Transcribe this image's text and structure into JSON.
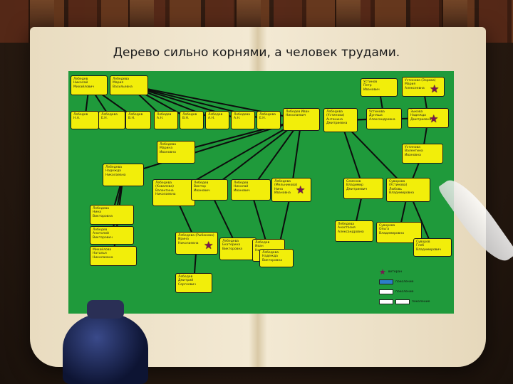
{
  "title": "Дерево сильно корнями, а человек трудами.",
  "tree": {
    "boxes": [
      {
        "id": "b1",
        "text": "Лебедев\nНиколай\nМихайлович"
      },
      {
        "id": "b2",
        "text": "Лебедева\nМария\nВасильевна"
      },
      {
        "id": "b3",
        "text": "Лебедев\nН.А."
      },
      {
        "id": "b4",
        "text": "Лебедева\nЕ.Н."
      },
      {
        "id": "b5",
        "text": "Лебедев\nВ.Н."
      },
      {
        "id": "b6",
        "text": "Лебедев\nА.Н."
      },
      {
        "id": "b7",
        "text": "Лебедев\nВ.Н."
      },
      {
        "id": "b8",
        "text": "Лебедев\nА.Н."
      },
      {
        "id": "b9",
        "text": "Лебедева\nА.Н."
      },
      {
        "id": "b10",
        "text": "Лебедева\nЕ.Н."
      },
      {
        "id": "b11",
        "text": "Лебедев Иван\nНиколаевич"
      },
      {
        "id": "b12",
        "text": "Лебедева\n(Устинова)\nАнтонина\nДмитриевна"
      },
      {
        "id": "b13",
        "text": "Устинов\nПетр\nИванович"
      },
      {
        "id": "b14",
        "text": "Устинова (Зорова)\nМария\nАлексеевна"
      },
      {
        "id": "b15",
        "text": "Устинова\nДуняша\nАлександровна"
      },
      {
        "id": "b16",
        "text": "Зыкова\nНадежда\nДмитриевна"
      },
      {
        "id": "b17",
        "text": "Устинова\nВалентина\nИвановна"
      },
      {
        "id": "b18",
        "text": "Лебедева\nМарина\nИвановна"
      },
      {
        "id": "b19",
        "text": "Лебедева\nНадежда\nНиколаевна"
      },
      {
        "id": "b20",
        "text": "Лебедева\n(Ковалева)\nВалентина\nНиколаевна"
      },
      {
        "id": "b21",
        "text": "Лебедев\nВиктор\nИванович"
      },
      {
        "id": "b22",
        "text": "Лебедев\nНиколай\nИванович"
      },
      {
        "id": "b23",
        "text": "Лебедева\n(Мельникова)\nНина\nИвановна"
      },
      {
        "id": "b24",
        "text": "Семенов\nВладимир\nДмитриевич"
      },
      {
        "id": "b25",
        "text": "Суворова\n(Устинова)\nЛюбовь\nВладимировна"
      },
      {
        "id": "b26",
        "text": "Лебедева\nНина\nВикторовна"
      },
      {
        "id": "b27",
        "text": "Лебедев\nАнатолий\nВикторович"
      },
      {
        "id": "b28",
        "text": "Михайлова\nНаталья\nНиколаевна"
      },
      {
        "id": "b29",
        "text": "Лебедева\nАнастасия\nАлександровна"
      },
      {
        "id": "b30",
        "text": "Суворова\nОльга\nВладимировна"
      },
      {
        "id": "b31",
        "text": "Суворов\nГлеб\nВладимирович"
      },
      {
        "id": "b32",
        "text": "Лебедева (Рыбакова)\nИрина\nНиколаевна"
      },
      {
        "id": "b33",
        "text": "Лебедева\nЕкатерина\nВикторовна"
      },
      {
        "id": "b34",
        "text": "Лебедев\nИван\nНиколаевич"
      },
      {
        "id": "b35",
        "text": "Лебедева\nНадежда\nВикторовна"
      },
      {
        "id": "b36",
        "text": "Лебедев\nДмитрий\nСергеевич"
      }
    ],
    "legend": [
      {
        "text": "ветеран"
      },
      {
        "text": "поколение"
      },
      {
        "text": "поколение"
      },
      {
        "text": "поколение"
      }
    ]
  }
}
